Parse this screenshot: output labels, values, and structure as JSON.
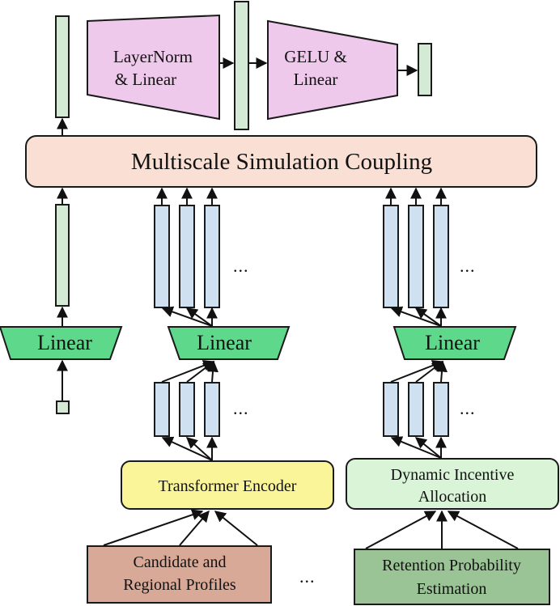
{
  "colors": {
    "green_bar": "#d5ead4",
    "blue_bar": "#cfe0f1",
    "pink_block": "#efc9ec",
    "coupling": "#fae0d4",
    "linear_block": "#5ed98c",
    "transformer_encoder": "#fbf59a",
    "dynamic_incentive": "#daf4d8",
    "candidate_profiles": "#d9a998",
    "retention_estimation": "#9ac495",
    "arrow": "#111111"
  },
  "mlp_head": {
    "block1_line1": "LayerNorm",
    "block1_line2": "& Linear",
    "block2_line1": "GELU &",
    "block2_line2": "Linear"
  },
  "coupling": {
    "label": "Multiscale Simulation Coupling"
  },
  "linear_blocks": {
    "left": "Linear",
    "middle": "Linear",
    "right": "Linear"
  },
  "ellipsis": "...",
  "encoders": {
    "transformer": "Transformer Encoder",
    "dynamic_line1": "Dynamic Incentive",
    "dynamic_line2": "Allocation"
  },
  "inputs": {
    "candidate_line1": "Candidate and",
    "candidate_line2": "Regional Profiles",
    "retention_line1": "Retention Probability",
    "retention_line2": "Estimation"
  }
}
